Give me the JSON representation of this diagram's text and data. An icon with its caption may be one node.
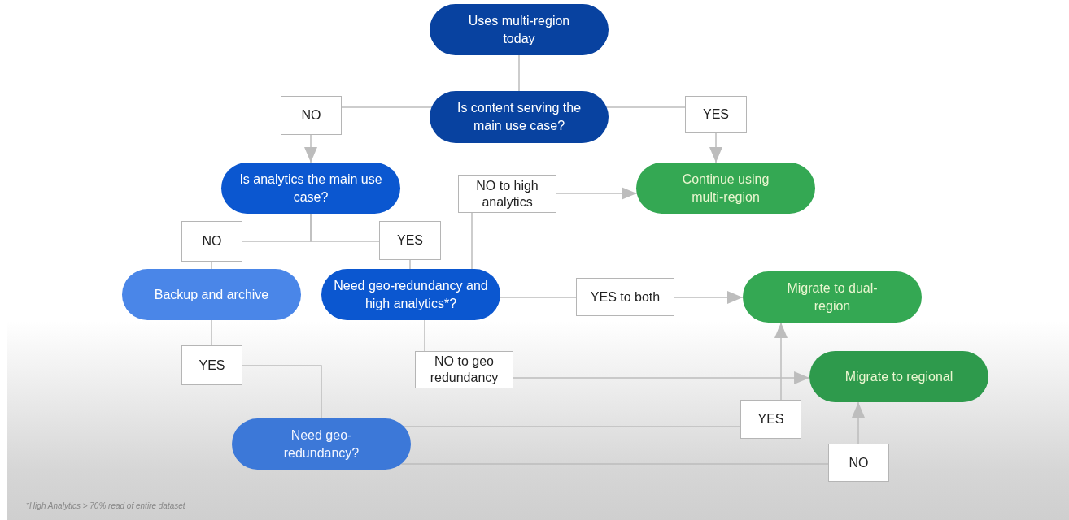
{
  "diagram": {
    "nodes": [
      {
        "text": [
          "Uses multi-region today"
        ]
      },
      {
        "text": [
          "Is content serving the main use case?"
        ]
      },
      {
        "text": [
          "NO"
        ]
      },
      {
        "text": [
          "YES"
        ]
      },
      {
        "text": [
          "Is analytics the main use case?"
        ]
      },
      {
        "text": [
          "NO to high analytics"
        ]
      },
      {
        "text": [
          "Continue using multi-region"
        ]
      },
      {
        "text": [
          "NO"
        ]
      },
      {
        "text": [
          "YES"
        ]
      },
      {
        "text": [
          "Backup and archive"
        ]
      },
      {
        "text": [
          "Need geo-redundancy and high analytics*?"
        ]
      },
      {
        "text": [
          "YES to both"
        ]
      },
      {
        "text": [
          "Migrate to dual-region"
        ]
      },
      {
        "text": [
          "YES"
        ]
      },
      {
        "text": [
          "NO to geo redundancy"
        ]
      },
      {
        "text": [
          "Migrate to regional"
        ]
      },
      {
        "text": [
          "Need geo-redundancy?"
        ]
      },
      {
        "text": [
          "YES"
        ]
      },
      {
        "text": [
          "NO"
        ]
      }
    ],
    "edges": [
      {
        "from": 0,
        "to": 1,
        "arrow": "none"
      },
      {
        "from": 1,
        "to": 2,
        "arrow": "none"
      },
      {
        "from": 2,
        "to": 4,
        "arrow": "to"
      },
      {
        "from": 1,
        "to": 3,
        "arrow": "none"
      },
      {
        "from": 3,
        "to": 6,
        "arrow": "to"
      },
      {
        "from": 4,
        "to": 7,
        "arrow": "none"
      },
      {
        "from": 4,
        "to": 8,
        "arrow": "none"
      },
      {
        "from": 7,
        "to": 9,
        "arrow": "none"
      },
      {
        "from": 8,
        "to": 10,
        "arrow": "none"
      },
      {
        "from": 10,
        "to": 5,
        "arrow": "none"
      },
      {
        "from": 5,
        "to": 6,
        "arrow": "to"
      },
      {
        "from": 10,
        "to": 11,
        "arrow": "none"
      },
      {
        "from": 11,
        "to": 12,
        "arrow": "to"
      },
      {
        "from": 10,
        "to": 14,
        "arrow": "none"
      },
      {
        "from": 14,
        "to": 15,
        "arrow": "to"
      },
      {
        "from": 9,
        "to": 13,
        "arrow": "none"
      },
      {
        "from": 13,
        "to": 16,
        "arrow": "none"
      },
      {
        "from": 16,
        "to": 17,
        "arrow": "none"
      },
      {
        "from": 17,
        "to": 12,
        "arrow": "to"
      },
      {
        "from": 16,
        "to": 18,
        "arrow": "none"
      },
      {
        "from": 18,
        "to": 15,
        "arrow": "to"
      }
    ],
    "labels": [
      "*High Analytics > 70% read of entire dataset"
    ]
  }
}
